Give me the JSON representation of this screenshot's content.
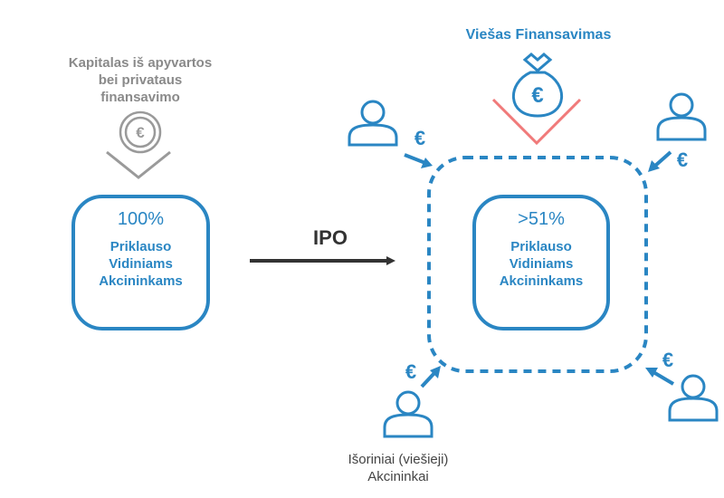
{
  "left_side": {
    "caption_lines": [
      "Kapitalas iš apyvartos",
      "bei privataus",
      "finansavimo"
    ],
    "coin_symbol": "€",
    "percent": "100%",
    "owner_lines": [
      "Priklauso",
      "Vidiniams",
      "Akcininkams"
    ]
  },
  "arrow": {
    "label": "IPO"
  },
  "right_side": {
    "title": "Viešas Finansavimas",
    "bag_symbol": "€",
    "percent": ">51%",
    "owner_lines": [
      "Priklauso",
      "Vidiniams",
      "Akcininkams"
    ],
    "investor_symbol": "€"
  },
  "external": {
    "caption_lines": [
      "Išoriniai (viešieji)",
      "Akcininkai"
    ]
  },
  "colors": {
    "blue": "#2a86c3",
    "gray": "#8a8a8a",
    "red": "#f07a7a",
    "dark": "#333333"
  }
}
